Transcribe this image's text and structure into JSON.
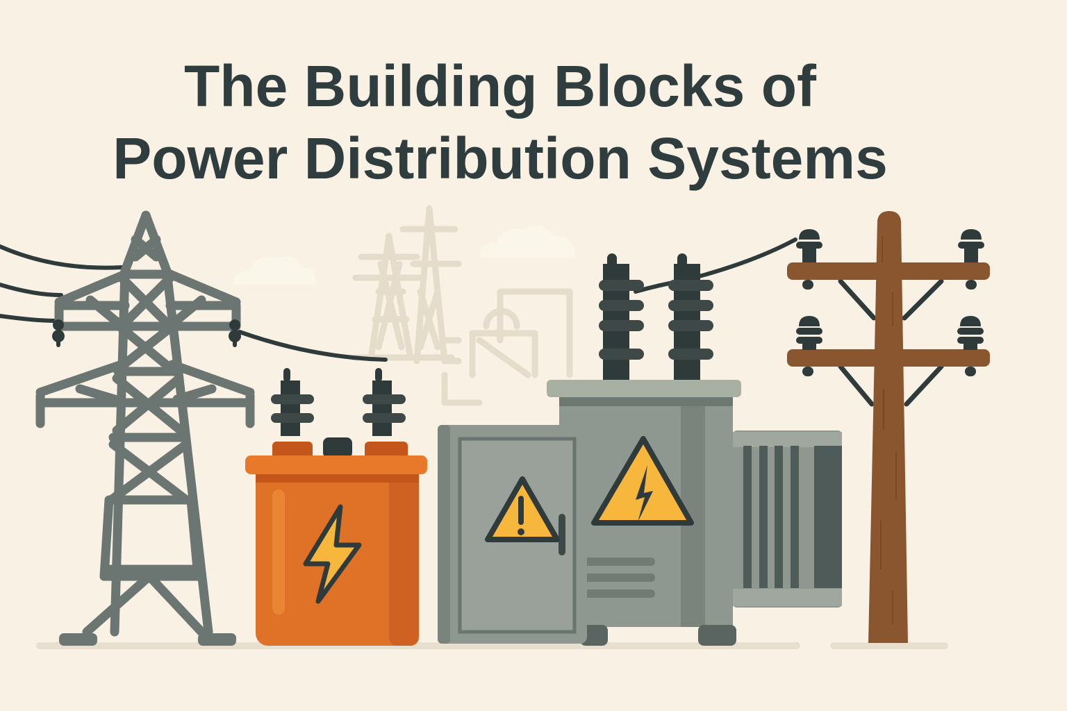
{
  "title": {
    "line1": "The Building Blocks of",
    "line2": "Power Distribution Systems"
  },
  "illustration": {
    "elements": [
      {
        "name": "transmission-tower",
        "color": "#6b7571"
      },
      {
        "name": "pole-mounted-transformer",
        "color": "#e07227"
      },
      {
        "name": "electrical-cabinet",
        "color": "#8f9890"
      },
      {
        "name": "pad-mounted-transformer",
        "color": "#7f8a82"
      },
      {
        "name": "utility-pole",
        "color": "#8a5630"
      }
    ],
    "warning_signs": [
      {
        "symbol": "!",
        "color": "#f6b73c"
      },
      {
        "symbol": "lightning",
        "color": "#f6b73c"
      }
    ],
    "background": "#f9f1e3",
    "text_color": "#2f3d3e"
  }
}
